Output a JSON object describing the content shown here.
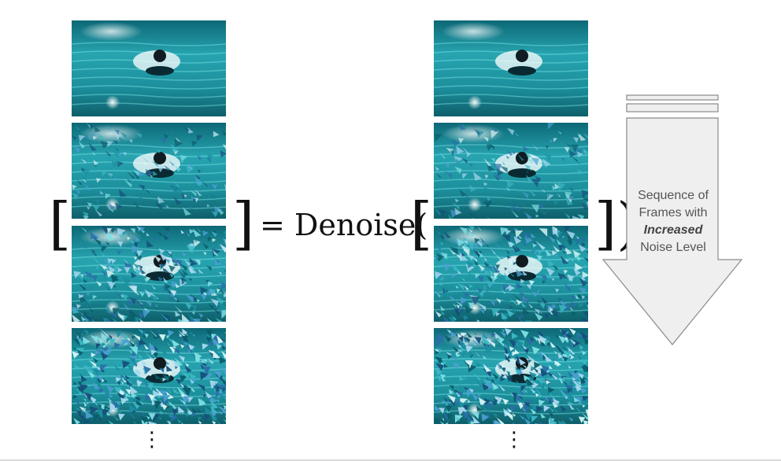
{
  "equation": {
    "left_bracket": "[",
    "right_bracket": "]",
    "equals_denoise": "= Denoise(",
    "inner_left_bracket": "[",
    "inner_right_bracket": "])",
    "ellipsis": "⋮"
  },
  "arrow": {
    "line1": "Sequence of",
    "line2": "Frames with",
    "emphasis": "Increased",
    "line4": "Noise Level"
  },
  "colors": {
    "water_deep": "#0f6f7a",
    "water_light": "#5fd3d8",
    "arrow_fill": "#efefef",
    "arrow_stroke": "#8a8a8a"
  },
  "frames": {
    "noise_levels": [
      0,
      0.35,
      0.7,
      1.0
    ]
  }
}
